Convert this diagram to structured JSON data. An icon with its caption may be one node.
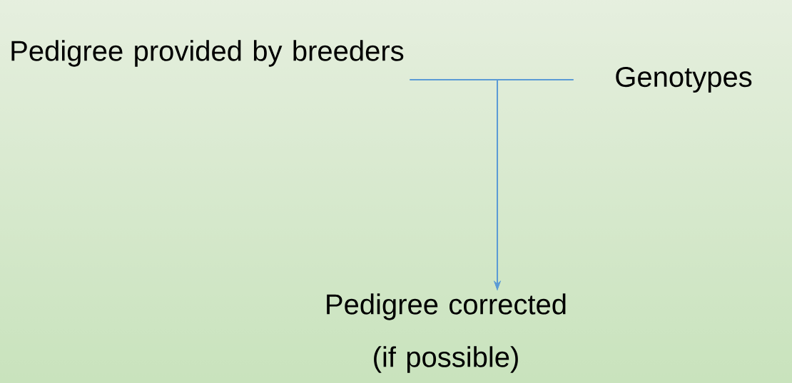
{
  "diagram": {
    "nodes": [
      {
        "text": [
          "Pedigree provided by breeders"
        ]
      },
      {
        "text": [
          "Genotypes"
        ]
      },
      {
        "text": [
          "Pedigree corrected (if possible)"
        ]
      }
    ],
    "edges": [
      {
        "from": 0,
        "to": 2,
        "arrow": "to"
      },
      {
        "from": 1,
        "to": 2,
        "arrow": "to"
      }
    ]
  }
}
